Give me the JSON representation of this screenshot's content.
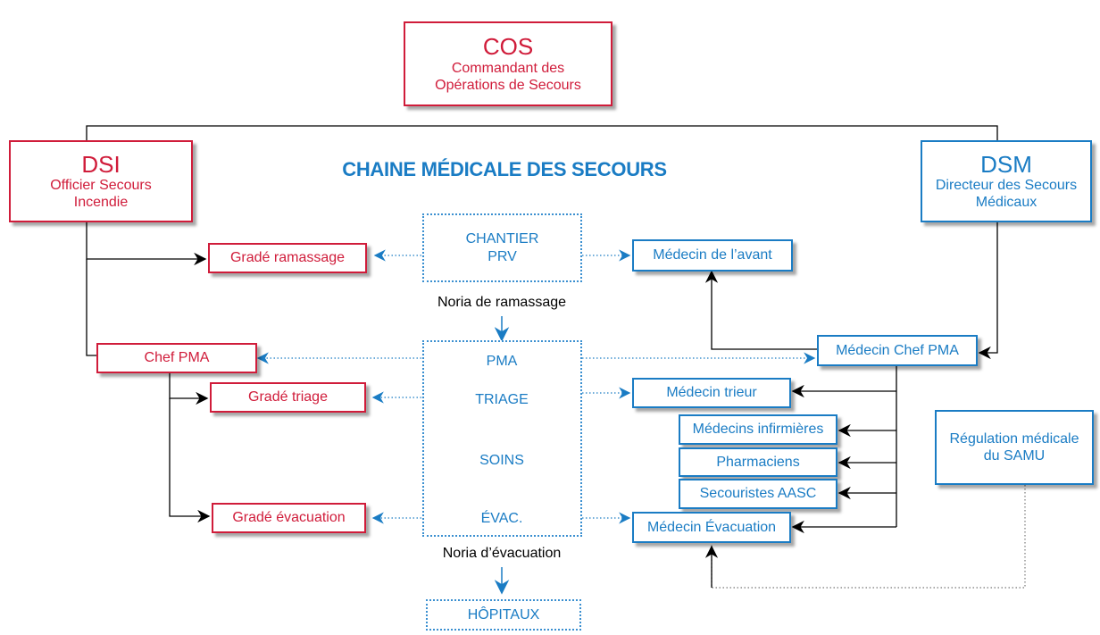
{
  "title": "CHAINE MÉDICALE DES SECOURS",
  "cos": {
    "acronym": "COS",
    "line1": "Commandant des",
    "line2": "Opérations de Secours"
  },
  "dsi": {
    "acronym": "DSI",
    "line1": "Officier  Secours",
    "line2": "Incendie"
  },
  "dsm": {
    "acronym": "DSM",
    "line1": "Directeur des Secours",
    "line2": "Médicaux"
  },
  "left": {
    "grade_ramassage": "Gradé ramassage",
    "chef_pma": "Chef PMA",
    "grade_triage": "Gradé triage",
    "grade_evacuation": "Gradé évacuation"
  },
  "center": {
    "chantier_line1": "CHANTIER",
    "chantier_line2": "PRV",
    "noria_ramassage": "Noria de ramassage",
    "pma": "PMA",
    "triage": "TRIAGE",
    "soins": "SOINS",
    "evac": "ÉVAC.",
    "noria_evacuation": "Noria d’évacuation",
    "hopitaux": "HÔPITAUX"
  },
  "right": {
    "medecin_avant": "Médecin de l’avant",
    "medecin_chef_pma": "Médecin Chef PMA",
    "medecin_trieur": "Médecin trieur",
    "medecins_infirmieres": "Médecins infirmières",
    "pharmaciens": "Pharmaciens",
    "secouristes": "Secouristes AASC",
    "medecin_evacuation": "Médecin Évacuation",
    "regulation_line1": "Régulation médicale",
    "regulation_line2": "du SAMU"
  },
  "colors": {
    "red": "#d01c3a",
    "blue": "#1a7cc4",
    "black": "#000000"
  }
}
